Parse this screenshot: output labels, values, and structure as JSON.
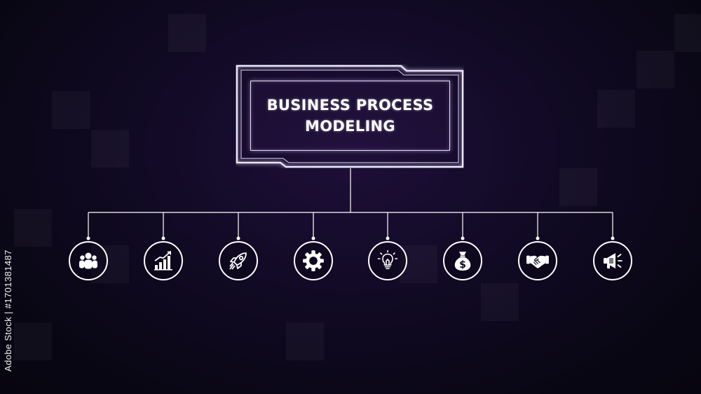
{
  "title": {
    "line1": "BUSINESS PROCESS",
    "line2": "MODELING"
  },
  "nodes": [
    {
      "icon": "team-icon"
    },
    {
      "icon": "growth-chart-icon"
    },
    {
      "icon": "rocket-icon"
    },
    {
      "icon": "gear-icon"
    },
    {
      "icon": "lightbulb-icon"
    },
    {
      "icon": "money-bag-icon"
    },
    {
      "icon": "handshake-icon"
    },
    {
      "icon": "megaphone-icon"
    }
  ],
  "watermark": "Adobe Stock | #1701381487",
  "colors": {
    "background": "#0a0716",
    "line": "#ffffff",
    "glow": "#e6defa"
  }
}
